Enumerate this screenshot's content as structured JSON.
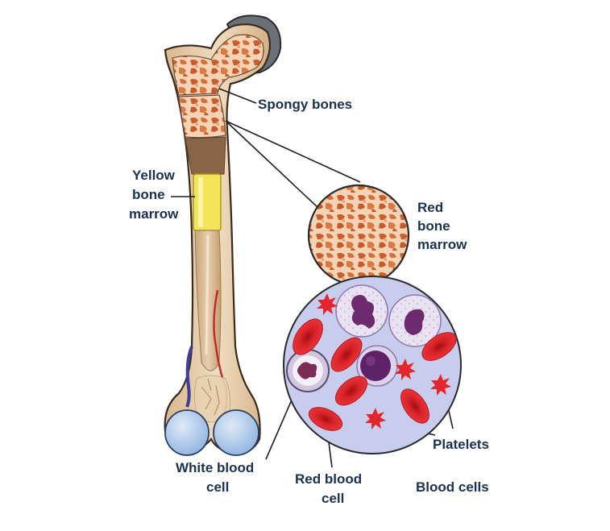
{
  "labels": {
    "spongy": "Spongy bones",
    "yellow": [
      "Yellow",
      "bone",
      "marrow"
    ],
    "red_marrow": [
      "Red",
      "bone",
      "marrow"
    ],
    "platelets": "Platelets",
    "white": [
      "White blood",
      "cell"
    ],
    "red_cell": [
      "Red blood",
      "cell"
    ],
    "blood_cells": "Blood cells"
  },
  "colors": {
    "label_text": "#1b3150",
    "bone": "#e6c9a3",
    "bone_outline": "#3a2a1e",
    "yellow_marrow": "#f3e45a",
    "spongy_fill": "#f2b585",
    "spongy_holes": "#c9612e",
    "blood_background": "#c9cfee",
    "red_cell": "#e0262b",
    "platelet": "#e3262b",
    "white_cell_nucleus": "#6e2a6e",
    "joint_cartilage": "#a9c7ea"
  }
}
